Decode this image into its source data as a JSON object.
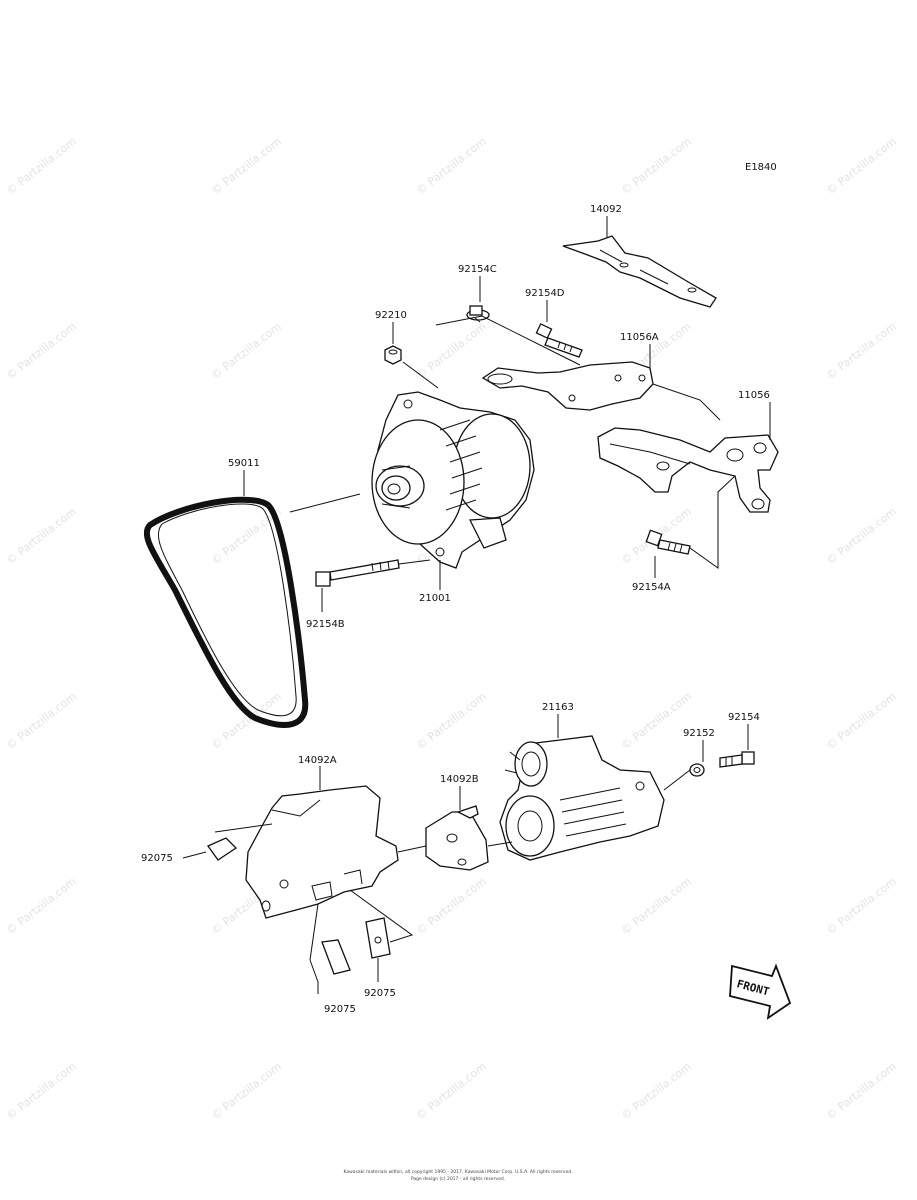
{
  "diagram_code": "E1840",
  "watermark_text": "© Partzilla.com",
  "labels": {
    "p14092": "14092",
    "p92154C": "92154C",
    "p92154D": "92154D",
    "p92210": "92210",
    "p11056A": "11056A",
    "p11056": "11056",
    "p59011": "59011",
    "p21001": "21001",
    "p92154B": "92154B",
    "p92154A": "92154A",
    "p21163": "21163",
    "p92152": "92152",
    "p92154": "92154",
    "p14092A": "14092A",
    "p14092B": "14092B",
    "p92075a": "92075",
    "p92075b": "92075",
    "p92075c": "92075"
  },
  "front_label": "FRONT",
  "footer": {
    "line1": "Kawasaki materials within, all copyright 1995 - 2017, Kawasaki Motor Corp. U.S.A. All rights reserved.",
    "line2": "Page design (c) 2017 - all rights reserved."
  }
}
